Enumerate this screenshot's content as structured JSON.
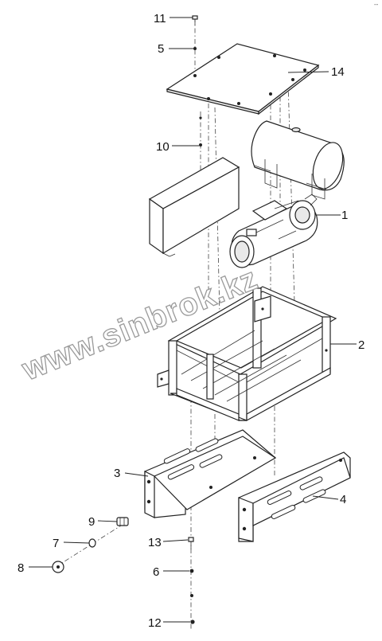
{
  "corner_mark": "--",
  "watermark": "www.sinbrok.kz",
  "callouts": [
    {
      "id": "11",
      "label": "11"
    },
    {
      "id": "5",
      "label": "5"
    },
    {
      "id": "14",
      "label": "14"
    },
    {
      "id": "10",
      "label": "10"
    },
    {
      "id": "1",
      "label": "1"
    },
    {
      "id": "2",
      "label": "2"
    },
    {
      "id": "3",
      "label": "3"
    },
    {
      "id": "4",
      "label": "4"
    },
    {
      "id": "9",
      "label": "9"
    },
    {
      "id": "7",
      "label": "7"
    },
    {
      "id": "13",
      "label": "13"
    },
    {
      "id": "8",
      "label": "8"
    },
    {
      "id": "6",
      "label": "6"
    },
    {
      "id": "12",
      "label": "12"
    }
  ]
}
